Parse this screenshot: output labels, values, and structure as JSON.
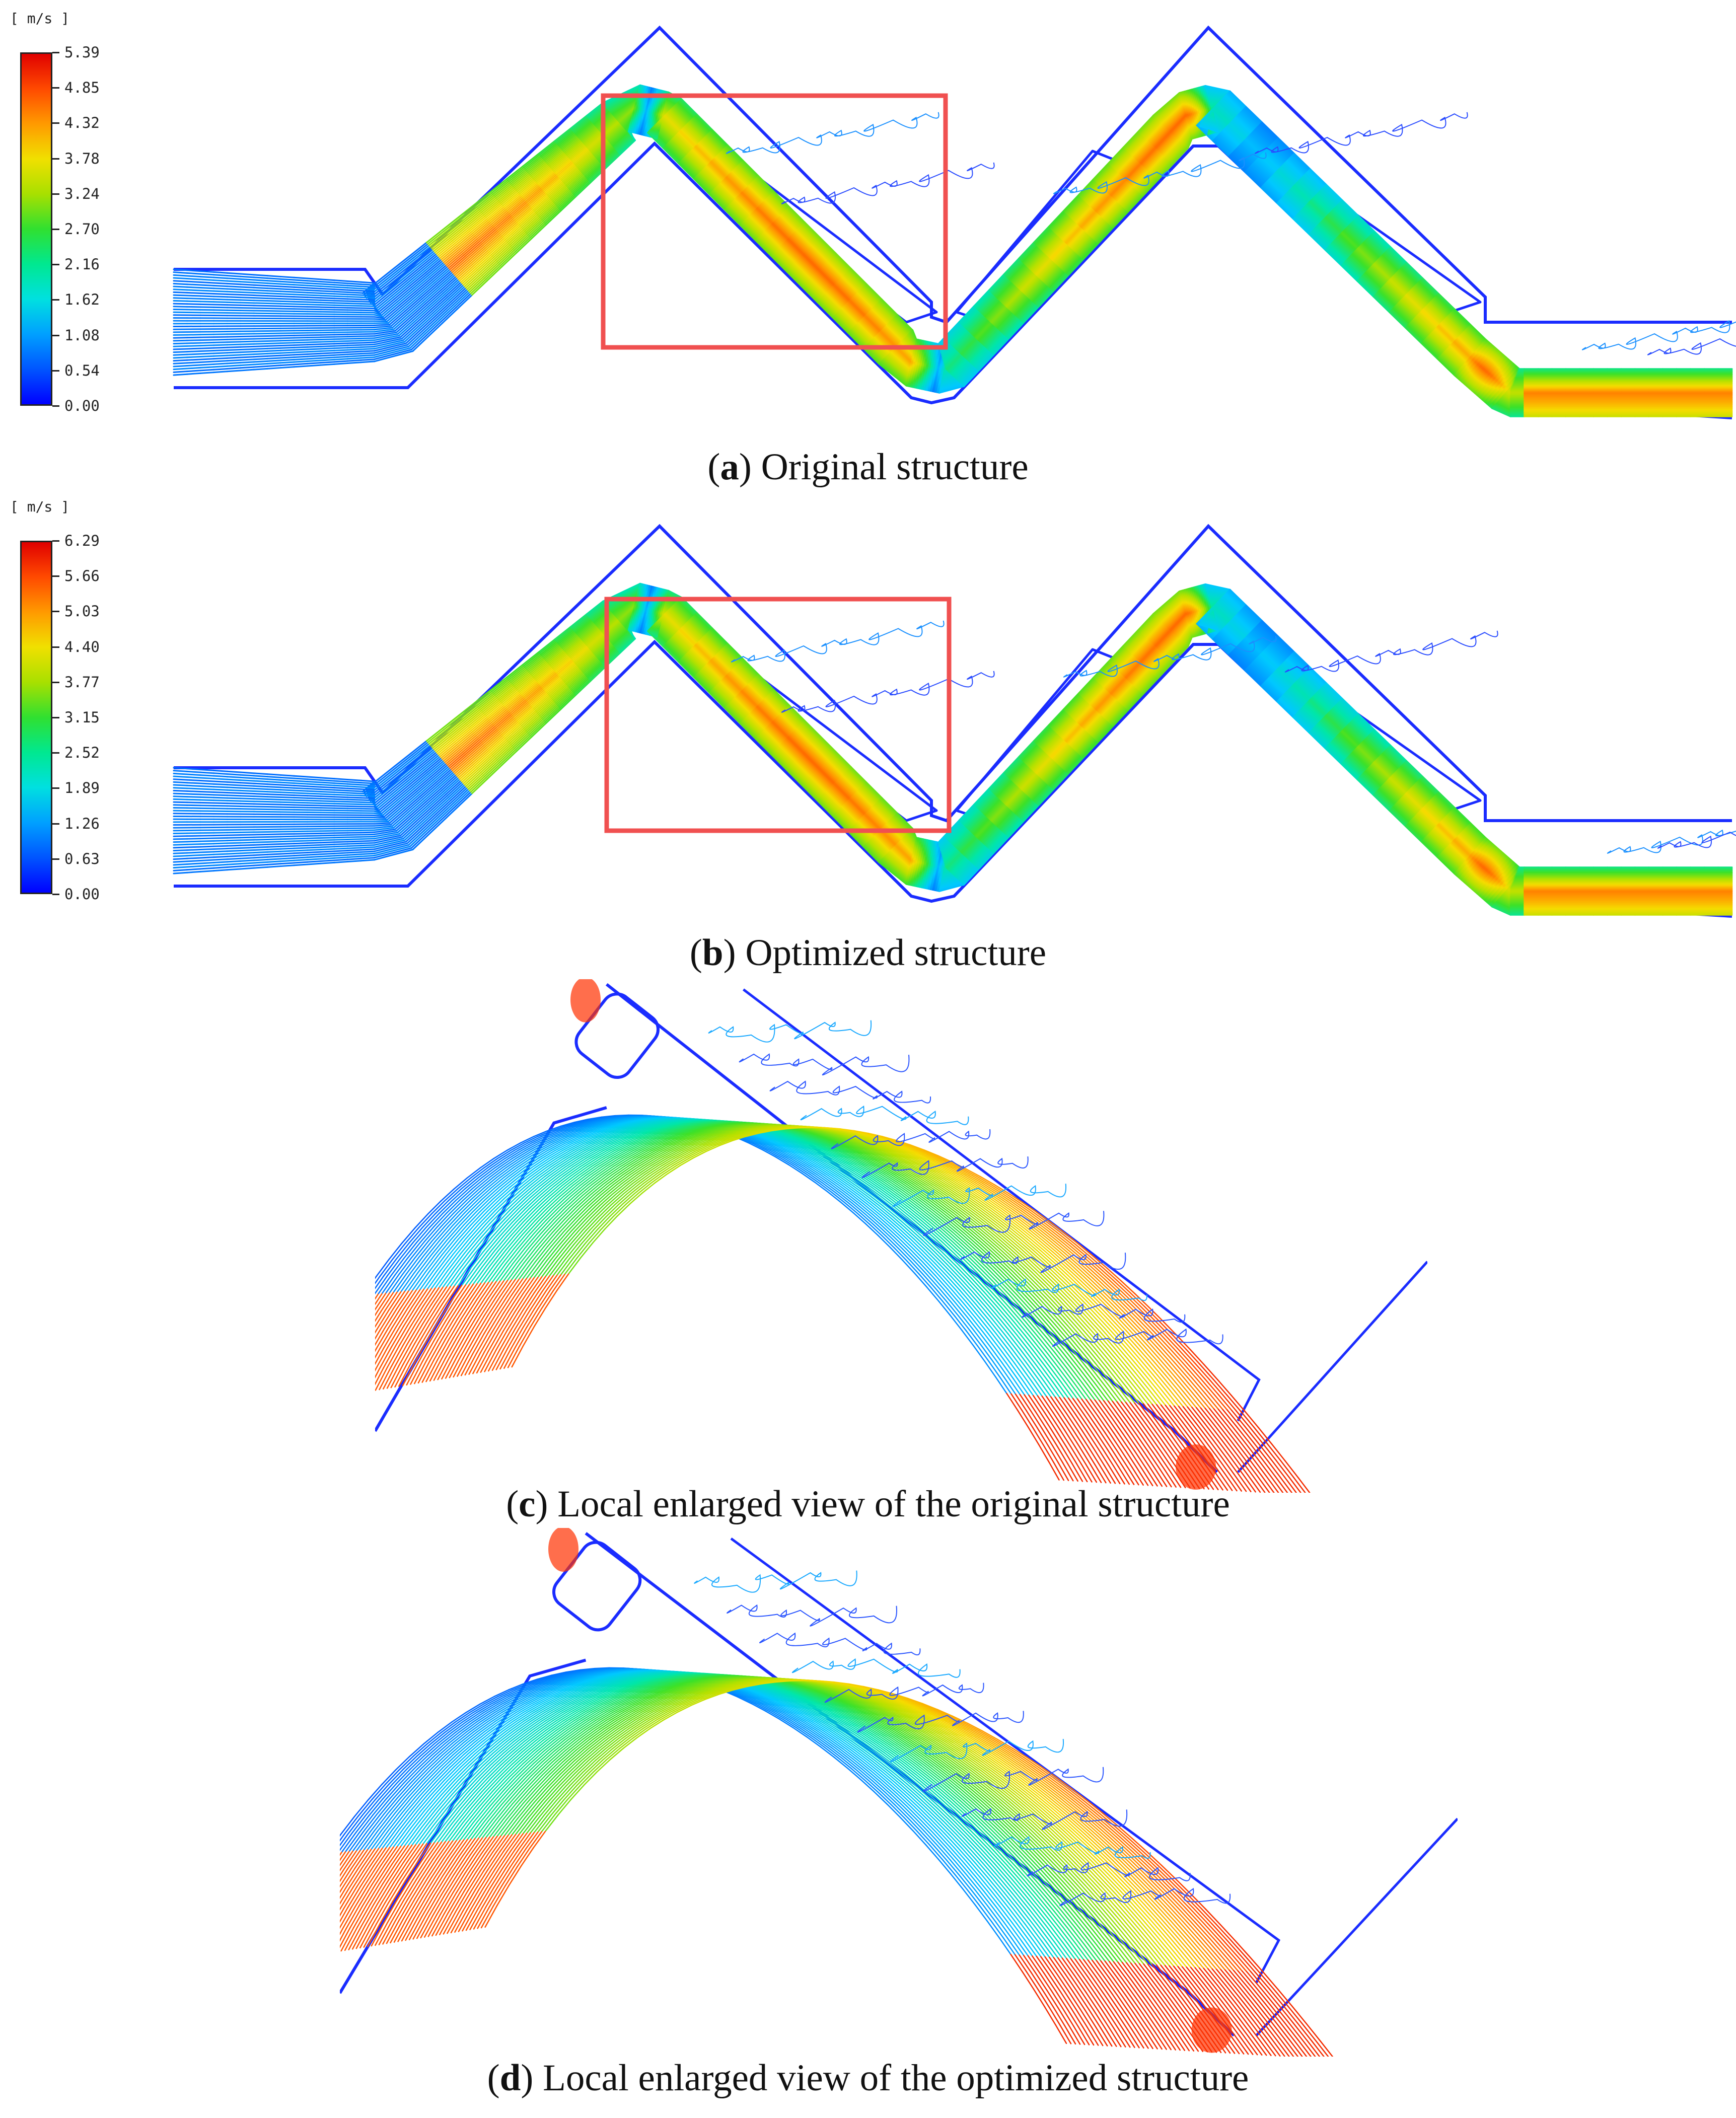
{
  "panels": [
    {
      "id": "a",
      "letter": "a",
      "caption": "Original structure",
      "legend": {
        "unit": "[ m/s ]",
        "ticks": [
          "5.39",
          "4.85",
          "4.32",
          "3.78",
          "3.24",
          "2.70",
          "2.16",
          "1.62",
          "1.08",
          "0.54",
          "0.00"
        ]
      }
    },
    {
      "id": "b",
      "letter": "b",
      "caption": "Optimized structure",
      "legend": {
        "unit": "[ m/s ]",
        "ticks": [
          "6.29",
          "5.66",
          "5.03",
          "4.40",
          "3.77",
          "3.15",
          "2.52",
          "1.89",
          "1.26",
          "0.63",
          "0.00"
        ]
      }
    },
    {
      "id": "c",
      "letter": "c",
      "caption": "Local enlarged view of the original structure"
    },
    {
      "id": "d",
      "letter": "d",
      "caption": "Local enlarged view of the optimized structure"
    }
  ],
  "colors": {
    "low": "#0000ff",
    "mid": "#30e030",
    "high": "#e00000",
    "wall": "#1a2cff",
    "highlight_box": "#f05050"
  }
}
